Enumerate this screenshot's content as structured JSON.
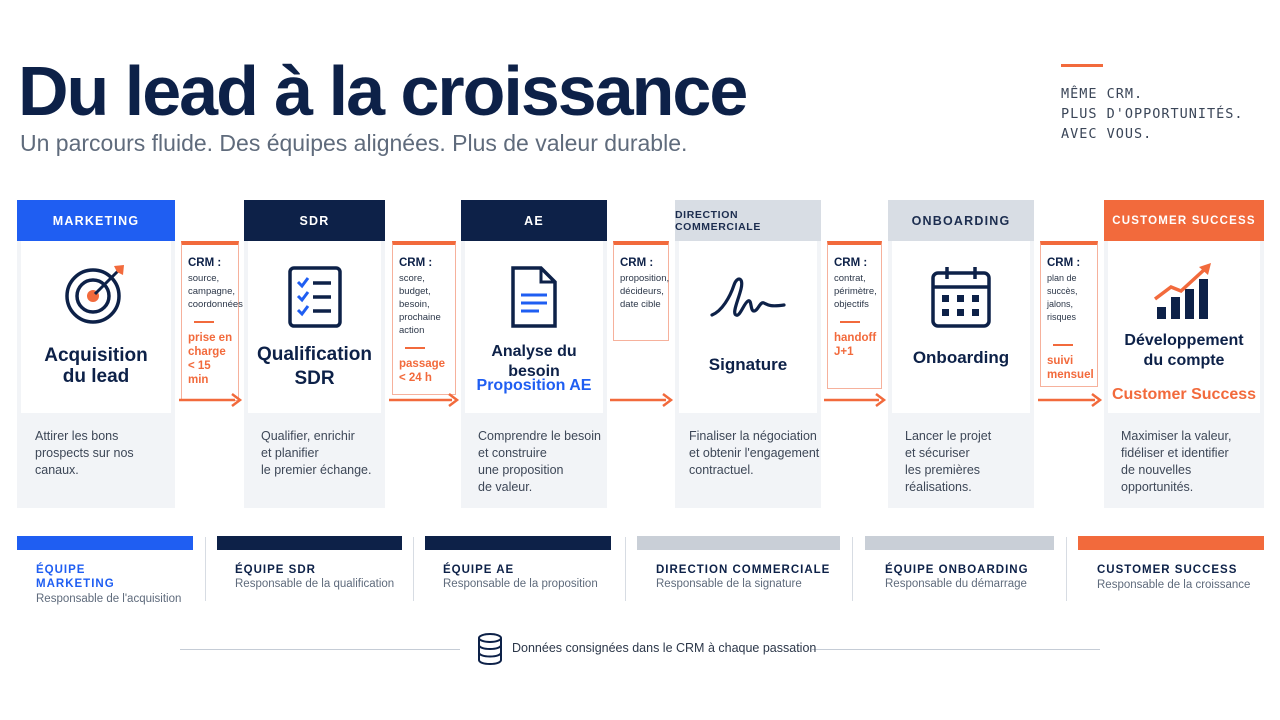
{
  "header": {
    "title": "Du lead à la croissance",
    "subtitle": "Un parcours fluide. Des équipes alignées. Plus de valeur durable.",
    "tagline": [
      "MÊME CRM.",
      "PLUS D'OPPORTUNITÉS.",
      "AVEC VOUS."
    ]
  },
  "colors": {
    "navy": "#0d2148",
    "blue": "#1f5ef2",
    "orange": "#f26a3c",
    "grey": "#d8dde4"
  },
  "stages": [
    {
      "header": "MARKETING",
      "name": [
        "Acquisition",
        "du lead"
      ],
      "icon": "target-icon",
      "desc": [
        "Attirer les bons",
        "prospects sur nos",
        "canaux."
      ]
    },
    {
      "header": "SDR",
      "name": [
        "Qualification",
        "SDR"
      ],
      "icon": "checklist-icon",
      "desc": [
        "Qualifier, enrichir",
        "et planifier",
        "le premier échange."
      ]
    },
    {
      "header": "AE",
      "name": [
        "Analyse du besoin"
      ],
      "name2": "Proposition AE",
      "icon": "document-icon",
      "desc": [
        "Comprendre le besoin",
        "et construire",
        "une proposition",
        "de valeur."
      ]
    },
    {
      "header": "DIRECTION COMMERCIALE",
      "name": [
        "Signature"
      ],
      "icon": "signature-icon",
      "desc": [
        "Finaliser la négociation",
        "et obtenir l'engagement",
        "contractuel."
      ]
    },
    {
      "header": "ONBOARDING",
      "name": [
        "Onboarding"
      ],
      "icon": "calendar-icon",
      "desc": [
        "Lancer le projet",
        "et sécuriser",
        "les premières",
        "réalisations."
      ]
    },
    {
      "header": "CUSTOMER SUCCESS",
      "name": [
        "Développement",
        "du compte"
      ],
      "name2": "Customer Success",
      "icon": "growth-chart-icon",
      "desc": [
        "Maximiser la valeur,",
        "fidéliser et identifier",
        "de nouvelles",
        "opportunités."
      ]
    }
  ],
  "handoffs": [
    {
      "title": "CRM :",
      "lines": [
        "source,",
        "campagne,",
        "coordonnées"
      ],
      "note": [
        "prise en",
        "charge",
        "< 15 min"
      ]
    },
    {
      "title": "CRM :",
      "lines": [
        "score,",
        "budget, besoin,",
        "prochaine",
        "action"
      ],
      "note": [
        "passage",
        "< 24 h"
      ]
    },
    {
      "title": "CRM :",
      "lines": [
        "proposition,",
        "décideurs,",
        "date cible"
      ],
      "note": []
    },
    {
      "title": "CRM :",
      "lines": [
        "contrat,",
        "périmètre,",
        "objectifs"
      ],
      "note": [
        "handoff",
        "J+1"
      ]
    },
    {
      "title": "CRM :",
      "lines": [
        "plan de succès,",
        "jalons, risques"
      ],
      "note": [
        "suivi",
        "mensuel"
      ]
    }
  ],
  "teams": [
    {
      "title": [
        "ÉQUIPE",
        "MARKETING"
      ],
      "sub": "Responsable de l'acquisition"
    },
    {
      "title": [
        "ÉQUIPE SDR"
      ],
      "sub": "Responsable de la qualification"
    },
    {
      "title": [
        "ÉQUIPE AE"
      ],
      "sub": "Responsable de la proposition"
    },
    {
      "title": [
        "DIRECTION COMMERCIALE"
      ],
      "sub": "Responsable de la signature"
    },
    {
      "title": [
        "ÉQUIPE ONBOARDING"
      ],
      "sub": "Responsable du démarrage"
    },
    {
      "title": [
        "CUSTOMER SUCCESS"
      ],
      "sub": "Responsable de la croissance"
    }
  ],
  "footer": {
    "text": "Données consignées dans le CRM à chaque passation",
    "icon": "database-icon"
  }
}
